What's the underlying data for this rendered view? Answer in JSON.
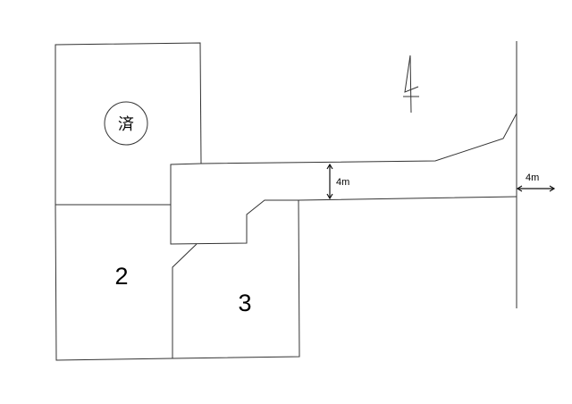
{
  "lots": {
    "sold_mark": "済",
    "lot_2": "2",
    "lot_3": "3"
  },
  "dimensions": {
    "driveway_width": "4m",
    "road_width": "4m"
  },
  "icons": {
    "north": "north-arrow-icon",
    "sold_circle": "sold-circle-icon"
  },
  "colors": {
    "line": "#333333",
    "background": "#ffffff"
  }
}
